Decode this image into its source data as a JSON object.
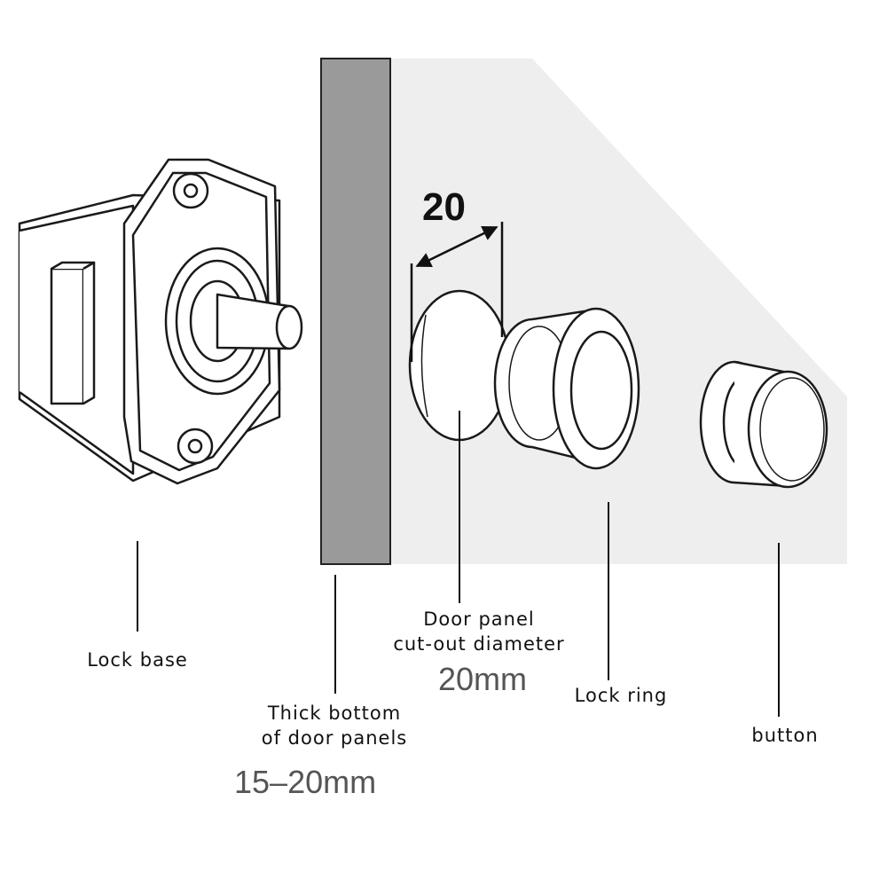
{
  "labels": {
    "lock_base": "Lock base",
    "thick_bottom_line1": "Thick bottom",
    "thick_bottom_line2": "of door panels",
    "thickness_value": "15–20mm",
    "cutout_line1": "Door panel",
    "cutout_line2": "cut-out diameter",
    "cutout_value": "20mm",
    "lock_ring": "Lock ring",
    "button": "button"
  },
  "dimension": {
    "diameter_number": "20"
  },
  "colors": {
    "panel_face": "#eeeeee",
    "panel_edge": "#9a9a9a",
    "outline": "#1a1a1a",
    "dimension_text": "#555555"
  }
}
